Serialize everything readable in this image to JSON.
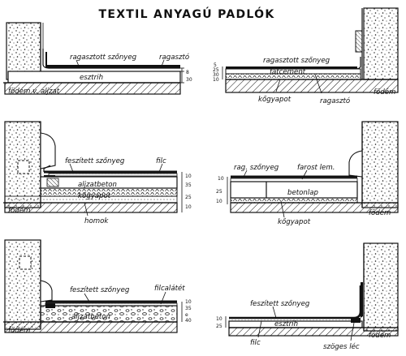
{
  "title": "TEXTIL ANYAGÚ PADLÓK",
  "panels": [
    {
      "labels": [
        "ragasztott szőnyeg",
        "ragasztó",
        "esztrih",
        "födém v. aljzat"
      ],
      "dims": [
        "8",
        "30"
      ]
    },
    {
      "labels": [
        "ragasztott szőnyeg",
        "fatcement",
        "kőgyapot",
        "ragasztó",
        "födém"
      ],
      "dims": [
        "5",
        "25",
        "30",
        "10"
      ]
    },
    {
      "labels": [
        "feszített szőnyeg",
        "filc",
        "aljzatbeton",
        "kőgyapot",
        "födém",
        "homok"
      ],
      "dims": [
        "10",
        "35",
        "25",
        "10"
      ]
    },
    {
      "labels": [
        "rag. szőnyeg",
        "farost lem.",
        "betonlap",
        "kőgyapot",
        "födém"
      ],
      "dims": [
        "10",
        "25",
        "10"
      ]
    },
    {
      "labels": [
        "feszített szőnyeg",
        "filcalátét",
        "aljzatbeton",
        "födém"
      ],
      "dims": [
        "10",
        "35",
        "e",
        "40"
      ]
    },
    {
      "labels": [
        "feszített szőnyeg",
        "esztrih",
        "filc",
        "szöges léc",
        "födém"
      ],
      "dims": [
        "10",
        "25"
      ]
    }
  ]
}
